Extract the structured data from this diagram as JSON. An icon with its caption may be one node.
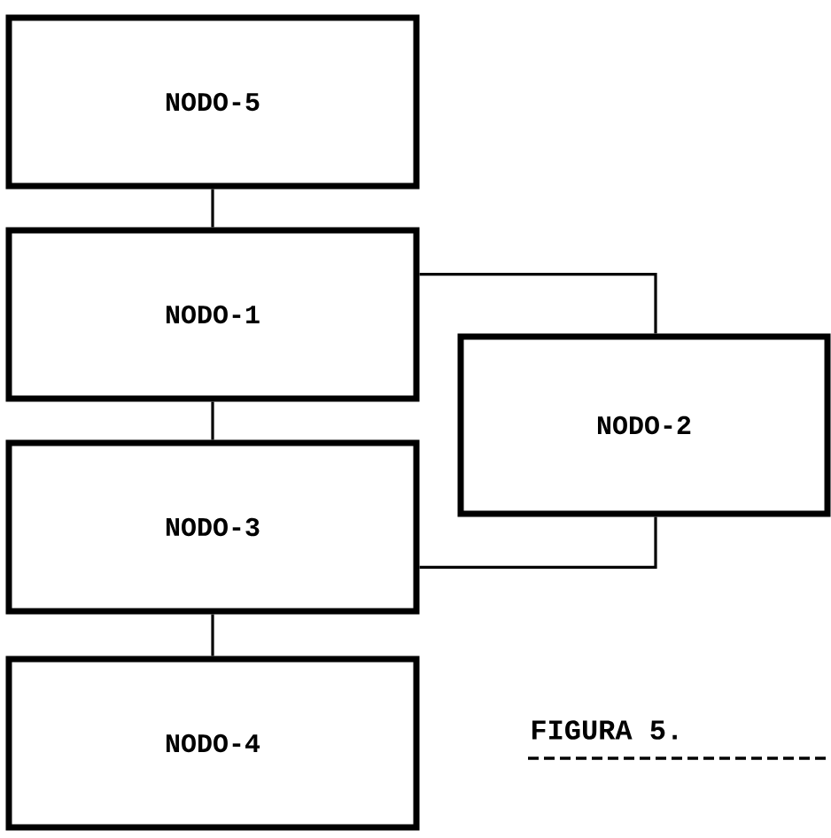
{
  "diagram": {
    "caption": "FIGURA 5.",
    "nodes": [
      {
        "text": [
          "NODO-5"
        ]
      },
      {
        "text": [
          "NODO-1"
        ]
      },
      {
        "text": [
          "NODO-2"
        ]
      },
      {
        "text": [
          "NODO-3"
        ]
      },
      {
        "text": [
          "NODO-4"
        ]
      }
    ],
    "edges": [
      {
        "from": 0,
        "to": 1,
        "arrow": "none"
      },
      {
        "from": 1,
        "to": 2,
        "arrow": "none"
      },
      {
        "from": 1,
        "to": 3,
        "arrow": "none"
      },
      {
        "from": 3,
        "to": 2,
        "arrow": "none"
      },
      {
        "from": 3,
        "to": 4,
        "arrow": "none"
      }
    ]
  }
}
